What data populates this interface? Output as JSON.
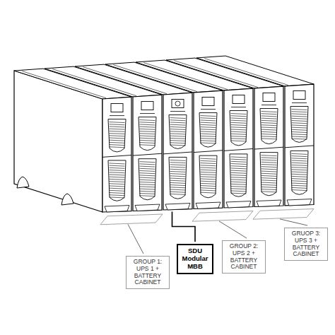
{
  "diagram": {
    "nodes": [
      {
        "text": [
          "GROUP 1: UPS 1 + BATTERY CABINET"
        ]
      },
      {
        "text": [
          "SDU Modular MBB"
        ]
      },
      {
        "text": [
          "GROUP 2: UPS 2 + BATTERY CABINET"
        ]
      },
      {
        "text": [
          "GRUOP 3: UPS 3 + BATTERY CABINET"
        ]
      }
    ]
  }
}
